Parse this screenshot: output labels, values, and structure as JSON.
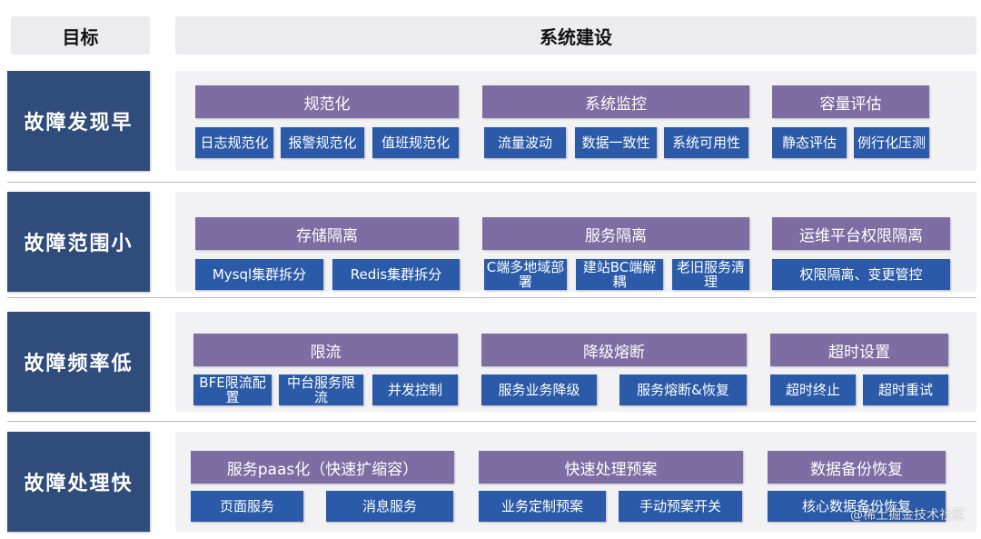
{
  "header": {
    "goal_label": "目标",
    "system_label": "系统建设"
  },
  "rows": [
    {
      "goal": "故障发现早",
      "groups": [
        {
          "title": "规范化",
          "items": [
            "日志规范化",
            "报警规范化",
            "值班规范化"
          ]
        },
        {
          "title": "系统监控",
          "items": [
            "流量波动",
            "数据一致性",
            "系统可用性"
          ]
        },
        {
          "title": "容量评估",
          "items": [
            "静态评估",
            "例行化压测"
          ]
        }
      ]
    },
    {
      "goal": "故障范围小",
      "groups": [
        {
          "title": "存储隔离",
          "items": [
            "Mysql集群拆分",
            "Redis集群拆分"
          ]
        },
        {
          "title": "服务隔离",
          "items": [
            "C端多地域部署",
            "建站BC端解耦",
            "老旧服务清理"
          ]
        },
        {
          "title": "运维平台权限隔离",
          "items": [
            "权限隔离、变更管控"
          ]
        }
      ]
    },
    {
      "goal": "故障频率低",
      "groups": [
        {
          "title": "限流",
          "items": [
            "BFE限流配置",
            "中台服务限流",
            "并发控制"
          ]
        },
        {
          "title": "降级熔断",
          "items": [
            "服务业务降级",
            "服务熔断&恢复"
          ]
        },
        {
          "title": "超时设置",
          "items": [
            "超时终止",
            "超时重试"
          ]
        }
      ]
    },
    {
      "goal": "故障处理快",
      "groups": [
        {
          "title": "服务paas化（快速扩缩容）",
          "items": [
            "页面服务",
            "消息服务"
          ]
        },
        {
          "title": "快速处理预案",
          "items": [
            "业务定制预案",
            "手动预案开关"
          ]
        },
        {
          "title": "数据备份恢复",
          "items": [
            "核心数据备份恢复"
          ]
        }
      ]
    }
  ],
  "watermark": "@稀土掘金技术社区",
  "colors": {
    "goal_bg": "#2f4c7b",
    "category_bg": "#7e6da2",
    "item_bg": "#2a5aa8",
    "header_bg": "#ececef"
  }
}
